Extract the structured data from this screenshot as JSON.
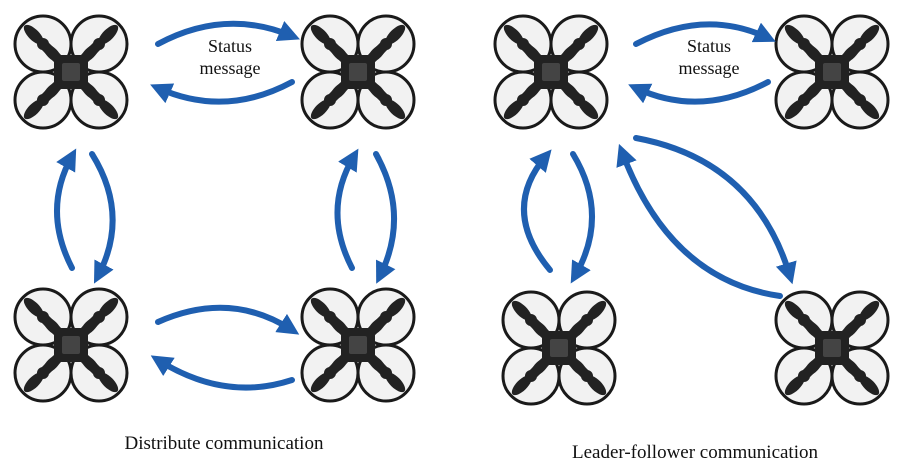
{
  "panels": [
    {
      "caption": "Distribute communication",
      "status_line1": "Status",
      "status_line2": "message"
    },
    {
      "caption": "Leader-follower communication",
      "status_line1": "Status",
      "status_line2": "message"
    }
  ],
  "colors": {
    "arrow": "#1f5fb0",
    "drone_body": "#222222",
    "propeller_guard": "#f2f2f2",
    "propeller_guard_outline": "#1a1a1a"
  },
  "icons": [
    "quadcopter-drone-icon",
    "bidirectional-arrow-icon"
  ]
}
